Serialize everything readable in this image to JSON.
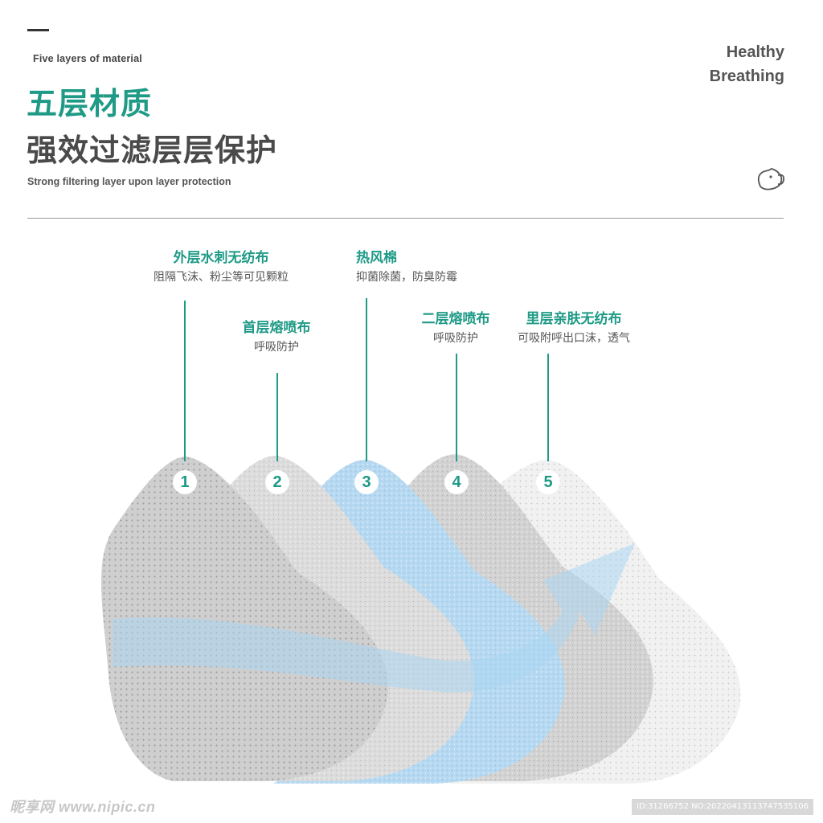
{
  "header": {
    "kicker": "Five layers of material",
    "title": "五层材质",
    "subtitle": "强效过滤层层保护",
    "subtitle_en": "Strong filtering layer upon layer protection",
    "brand_line1": "Healthy",
    "brand_line2": "Breathing",
    "mask_icon": "mask-icon"
  },
  "layers": [
    {
      "number": "1",
      "name": "外层水刺无纺布",
      "desc": "阻隔飞沫、粉尘等可见颗粒",
      "color": "#c9c9c9"
    },
    {
      "number": "2",
      "name": "首层熔喷布",
      "desc": "呼吸防护",
      "color": "#dedede"
    },
    {
      "number": "3",
      "name": "热风棉",
      "desc": "抑菌除菌，防臭防霉",
      "color": "#bcdcf2"
    },
    {
      "number": "4",
      "name": "二层熔喷布",
      "desc": "呼吸防护",
      "color": "#d7d7d7"
    },
    {
      "number": "5",
      "name": "里层亲肤无纺布",
      "desc": "可吸附呼出口沫，透气",
      "color": "#efefef"
    }
  ],
  "colors": {
    "accent": "#1e9a86",
    "title_dark": "#4a4a4a",
    "arrow": "#a9d6f1"
  },
  "watermark": {
    "left": "昵享网 www.nipic.cn",
    "right": "ID:31266752 NO:20220413113747535106"
  }
}
